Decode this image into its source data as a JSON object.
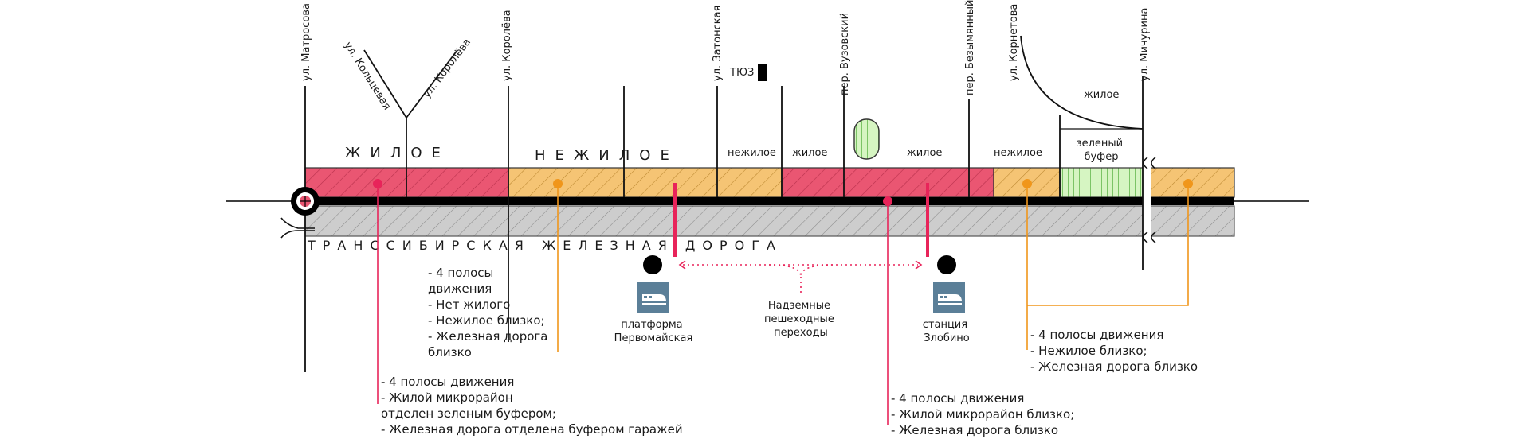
{
  "colors": {
    "residential": "#ea5672",
    "residential_dark": "#d23a58",
    "nonresidential": "#f5c474",
    "nonresidential_dark": "#e69a17",
    "green_buffer": "#d6f5c2",
    "green_stroke": "#6cba58",
    "rail_zone": "#cdcdcd",
    "rail_line": "#000000",
    "accent_pink": "#e8245a",
    "accent_orange": "#f0961b",
    "station_icon": "#5b7f98"
  },
  "streets": {
    "matrosova": "ул. Матросова",
    "koltsevaya": "ул. Кольцевая",
    "koroleva_diag": "ул. Королёва",
    "koroleva": "ул. Королёва",
    "zatonskaya": "ул. Затонская",
    "vuzovsky": "пер. Вузовский",
    "bezymyanny": "пер. Безымянный",
    "kornetova": "ул. Корнетова",
    "michurina": "ул. Мичурина"
  },
  "zones": {
    "zhiloe_big": "ЖИЛОЕ",
    "nezhiloe_big": "НЕЖИЛОЕ",
    "nezhiloe_1": "нежилое",
    "zhiloe_1": "жилое",
    "zhiloe_2": "жилое",
    "nezhiloe_2": "нежилое",
    "green_buffer": "зеленый буфер",
    "zhiloe_top": "жилое"
  },
  "tuz": "ТЮЗ",
  "railway": "ТРАНССИБИРСКАЯ ЖЕЛЕЗНАЯ ДОРОГА",
  "stations": {
    "pervomayskaya": [
      "платформа",
      "Первомайская"
    ],
    "zlobino": [
      "станция",
      "Злобино"
    ]
  },
  "crossings": [
    "Надземные",
    "пешеходные",
    "переходы"
  ],
  "notes": {
    "note_orange_1": [
      "- 4 полосы",
      "движения",
      "- Нет жилого",
      "- Нежилое близко;",
      "- Железная дорога",
      "близко"
    ],
    "note_pink_1": [
      "- 4 полосы движения",
      "- Жилой микрорайон",
      "отделен зеленым буфером;",
      "- Железная дорога отделена буфером гаражей"
    ],
    "note_pink_2": [
      "- 4 полосы движения",
      "- Жилой микрорайон близко;",
      "- Железная дорога близко"
    ],
    "note_orange_2": [
      "- 4 полосы движения",
      "- Нежилое близко;",
      "- Железная дорога близко"
    ]
  }
}
